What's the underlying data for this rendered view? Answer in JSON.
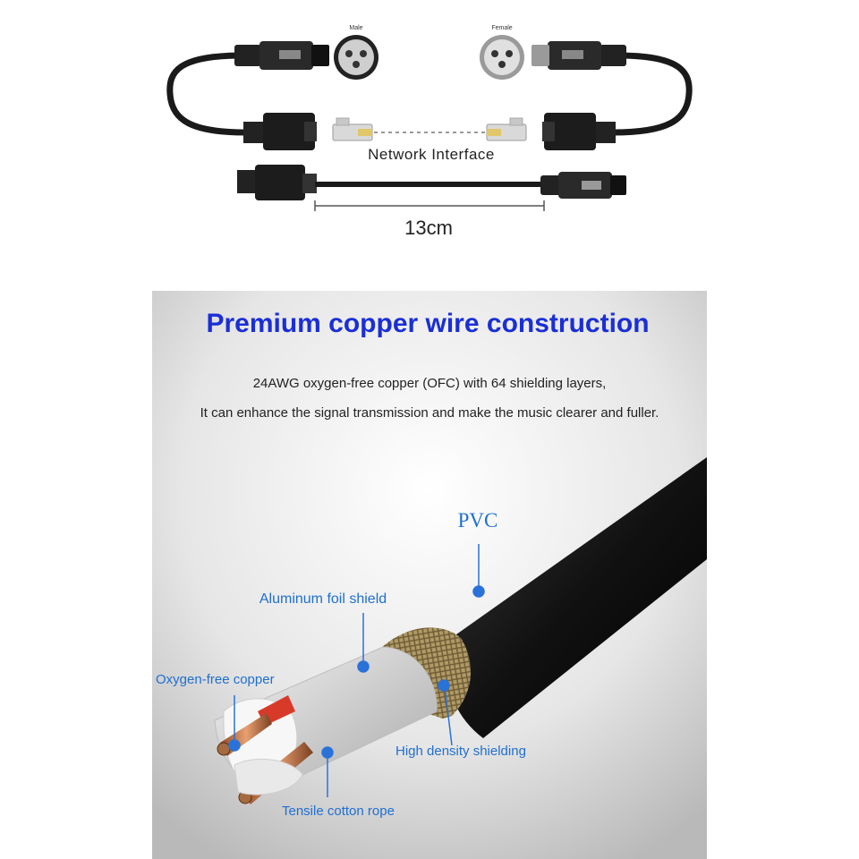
{
  "top": {
    "male_label": "Male",
    "female_label": "Female",
    "network_label": "Network Interface",
    "length_label": "13cm"
  },
  "bottom": {
    "title": "Premium copper wire construction",
    "desc_line1": "24AWG oxygen-free copper (OFC) with 64 shielding layers,",
    "desc_line2": "It can enhance the signal transmission and make the music clearer and fuller.",
    "labels": {
      "pvc": "PVC",
      "aluminum": "Aluminum foil shield",
      "copper": "Oxygen-free copper",
      "shielding": "High density shielding",
      "rope": "Tensile cotton rope"
    }
  },
  "colors": {
    "title_blue": "#1a2fd6",
    "label_blue": "#1f6fd1",
    "dot_blue": "#2a72d8"
  }
}
